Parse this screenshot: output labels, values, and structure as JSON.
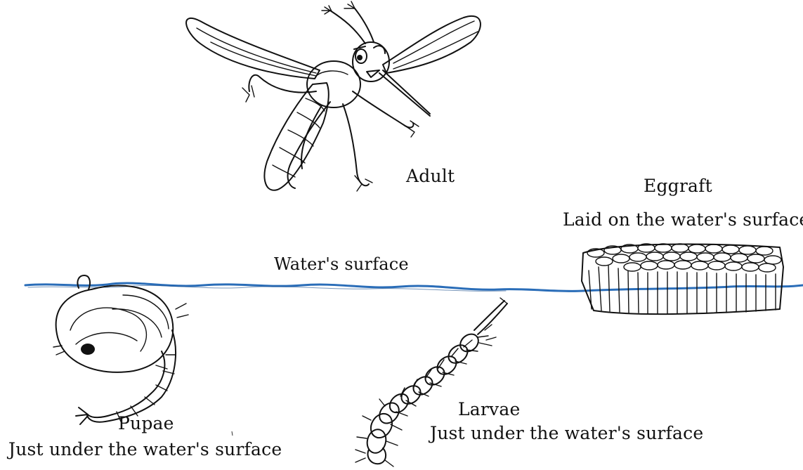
{
  "stages": {
    "adult": {
      "label": "Adult"
    },
    "eggraft": {
      "label": "Eggraft",
      "description": "Laid on the water's surface"
    },
    "pupae": {
      "label": "Pupae",
      "description": "Just under the water's surface"
    },
    "larvae": {
      "label": "Larvae",
      "description": "Just under the water's surface"
    }
  },
  "water": {
    "label": "Water's surface",
    "color": "#2a6db8"
  }
}
